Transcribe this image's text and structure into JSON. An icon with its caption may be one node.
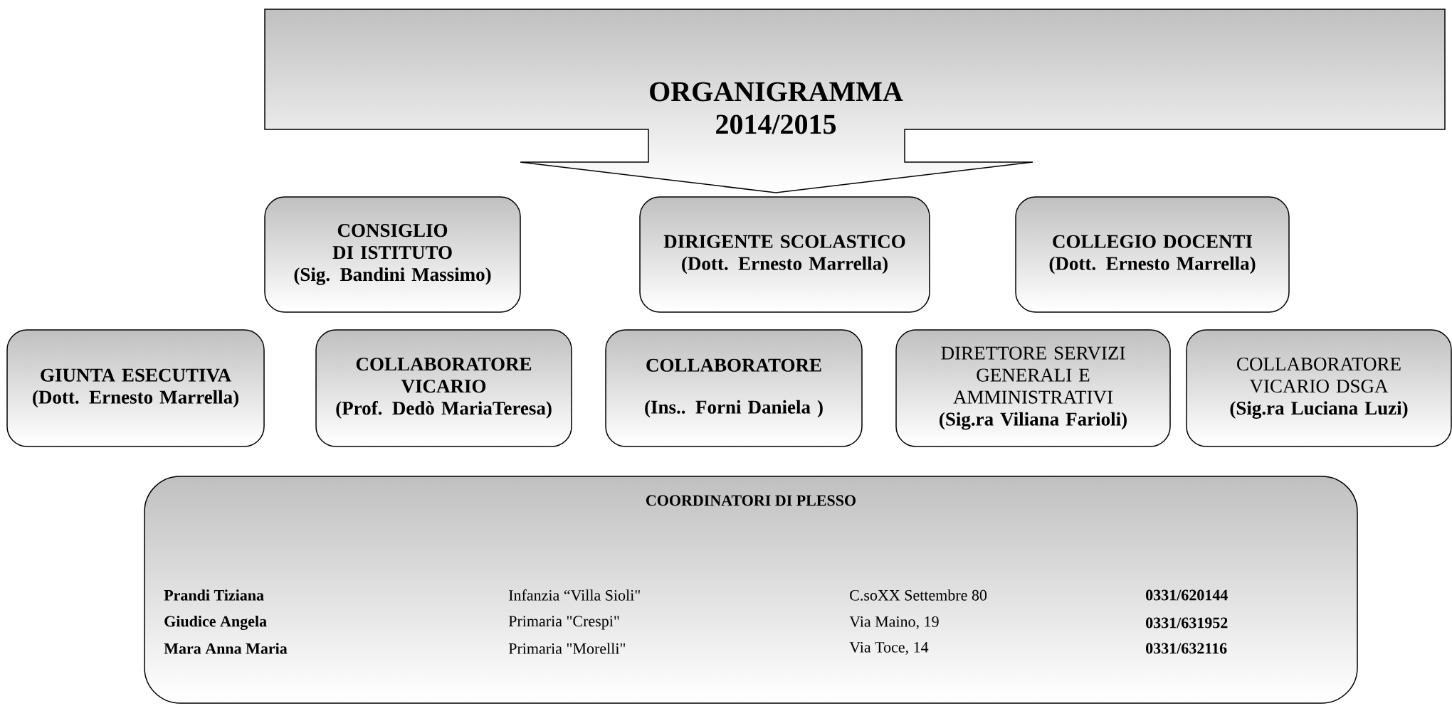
{
  "diagram": {
    "nodes": [
      {
        "text": [
          "ORGANIGRAMMA 2014/2015"
        ]
      },
      {
        "text": [
          "CONSIGLIO DI ISTITUTO",
          "(Sig. Bandini Massimo)"
        ]
      },
      {
        "text": [
          "DIRIGENTE SCOLASTICO",
          "(Dott. Ernesto Marrella)"
        ]
      },
      {
        "text": [
          "COLLEGIO DOCENTI",
          "(Dott. Ernesto Marrella)"
        ]
      },
      {
        "text": [
          "GIUNTA ESECUTIVA",
          "(Dott. Ernesto Marrella)"
        ]
      },
      {
        "text": [
          "COLLABORATORE VICARIO",
          "(Prof. Dedò MariaTeresa)"
        ]
      },
      {
        "text": [
          "COLLABORATORE",
          "(Ins.. Forni Daniela )"
        ]
      },
      {
        "text": [
          "DIRETTORE SERVIZI GENERALI E AMMINISTRATIVI",
          "(Sig.ra Viliana Farioli)"
        ]
      },
      {
        "text": [
          "COLLABORATORE VICARIO DSGA",
          "(Sig.ra Luciana Luzi)"
        ]
      },
      {
        "text": [
          "COORDINATORI DI PLESSO",
          "Prandi Tiziana",
          "Infanzia “Villa Sioli\"",
          "C.soXX Settembre 80",
          "0331/620144",
          "Giudice Angela",
          "Primaria \"Crespi\"",
          "Via Maino, 19",
          "0331/631952",
          "Mara Anna Maria",
          "Primaria \"Morelli\"",
          "Via Toce, 14",
          "0331/632116"
        ]
      }
    ]
  }
}
